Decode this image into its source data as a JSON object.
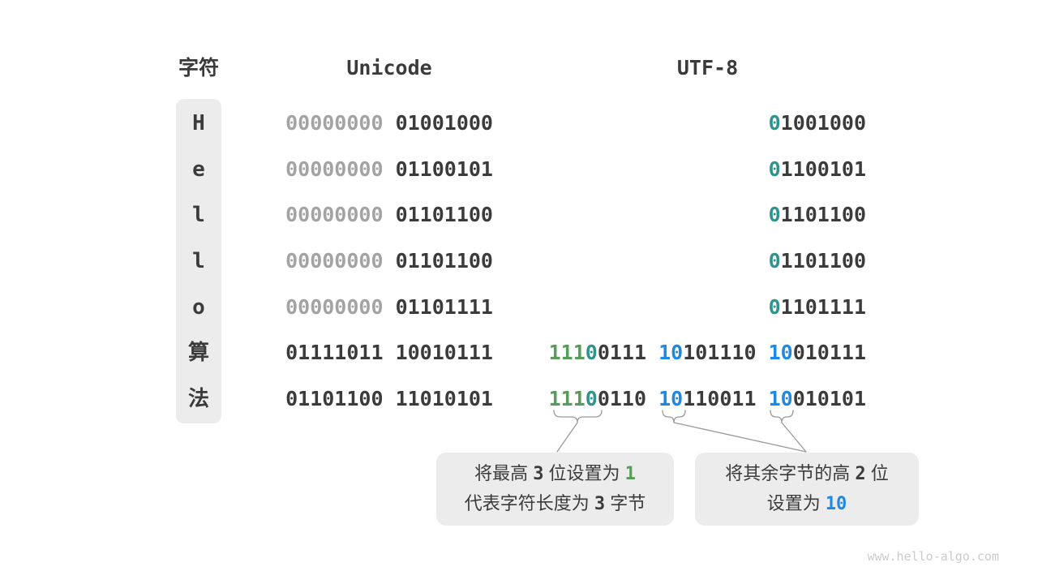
{
  "header": {
    "char": "字符",
    "unicode": "Unicode",
    "utf8": "UTF-8"
  },
  "colors": {
    "dark": "#3b3b3b",
    "gray": "#a3a3a3",
    "green": "#579c5a",
    "teal": "#2d948e",
    "blue": "#1e88e5",
    "box_bg": "#ececec",
    "line": "#999999",
    "watermark": "#cbcbcb"
  },
  "rows": [
    {
      "char": "H",
      "unicode": [
        [
          {
            "t": "00000000",
            "c": "gray"
          }
        ],
        [
          {
            "t": "01001000",
            "c": "dark"
          }
        ]
      ],
      "utf8": [
        [
          {
            "t": "0",
            "c": "teal"
          },
          {
            "t": "1001000",
            "c": "dark"
          }
        ]
      ]
    },
    {
      "char": "e",
      "unicode": [
        [
          {
            "t": "00000000",
            "c": "gray"
          }
        ],
        [
          {
            "t": "01100101",
            "c": "dark"
          }
        ]
      ],
      "utf8": [
        [
          {
            "t": "0",
            "c": "teal"
          },
          {
            "t": "1100101",
            "c": "dark"
          }
        ]
      ]
    },
    {
      "char": "l",
      "unicode": [
        [
          {
            "t": "00000000",
            "c": "gray"
          }
        ],
        [
          {
            "t": "01101100",
            "c": "dark"
          }
        ]
      ],
      "utf8": [
        [
          {
            "t": "0",
            "c": "teal"
          },
          {
            "t": "1101100",
            "c": "dark"
          }
        ]
      ]
    },
    {
      "char": "l",
      "unicode": [
        [
          {
            "t": "00000000",
            "c": "gray"
          }
        ],
        [
          {
            "t": "01101100",
            "c": "dark"
          }
        ]
      ],
      "utf8": [
        [
          {
            "t": "0",
            "c": "teal"
          },
          {
            "t": "1101100",
            "c": "dark"
          }
        ]
      ]
    },
    {
      "char": "o",
      "unicode": [
        [
          {
            "t": "00000000",
            "c": "gray"
          }
        ],
        [
          {
            "t": "01101111",
            "c": "dark"
          }
        ]
      ],
      "utf8": [
        [
          {
            "t": "0",
            "c": "teal"
          },
          {
            "t": "1101111",
            "c": "dark"
          }
        ]
      ]
    },
    {
      "char": "算",
      "unicode": [
        [
          {
            "t": "01111011",
            "c": "dark"
          }
        ],
        [
          {
            "t": "10010111",
            "c": "dark"
          }
        ]
      ],
      "utf8": [
        [
          {
            "t": "111",
            "c": "green"
          },
          {
            "t": "0",
            "c": "teal"
          },
          {
            "t": "0111",
            "c": "dark"
          }
        ],
        [
          {
            "t": "10",
            "c": "blue"
          },
          {
            "t": "101110",
            "c": "dark"
          }
        ],
        [
          {
            "t": "10",
            "c": "blue"
          },
          {
            "t": "010111",
            "c": "dark"
          }
        ]
      ]
    },
    {
      "char": "法",
      "unicode": [
        [
          {
            "t": "01101100",
            "c": "dark"
          }
        ],
        [
          {
            "t": "11010101",
            "c": "dark"
          }
        ]
      ],
      "utf8": [
        [
          {
            "t": "111",
            "c": "green"
          },
          {
            "t": "0",
            "c": "teal"
          },
          {
            "t": "0110",
            "c": "dark"
          }
        ],
        [
          {
            "t": "10",
            "c": "blue"
          },
          {
            "t": "110011",
            "c": "dark"
          }
        ],
        [
          {
            "t": "10",
            "c": "blue"
          },
          {
            "t": "010101",
            "c": "dark"
          }
        ]
      ]
    }
  ],
  "callouts": [
    {
      "lines": [
        [
          {
            "t": "将最高 "
          },
          {
            "t": "3",
            "mono": true
          },
          {
            "t": " 位设置为 "
          },
          {
            "t": "1",
            "mono": true,
            "c": "green"
          }
        ],
        [
          {
            "t": "代表字符长度为 "
          },
          {
            "t": "3",
            "mono": true
          },
          {
            "t": " 字节"
          }
        ]
      ]
    },
    {
      "lines": [
        [
          {
            "t": "将其余字节的高 "
          },
          {
            "t": "2",
            "mono": true
          },
          {
            "t": " 位"
          }
        ],
        [
          {
            "t": "设置为 "
          },
          {
            "t": "10",
            "mono": true,
            "c": "blue"
          }
        ]
      ]
    }
  ],
  "watermark": "www.hello-algo.com"
}
